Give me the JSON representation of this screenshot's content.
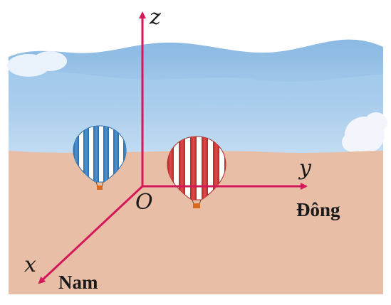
{
  "axes": {
    "z_label": "z",
    "y_label": "y",
    "x_label": "x",
    "origin_label": "O",
    "east_label": "Đông",
    "south_label": "Nam"
  },
  "colors": {
    "axis": "#d4185a",
    "ground": "#e8bea7",
    "sky_top": "#8ab9e3",
    "sky_bottom": "#c3ddf3",
    "cloud": "#f2f6fc",
    "balloon_blue": "#3d7fbf",
    "balloon_red": "#d13838",
    "text": "#1a1a1a"
  },
  "objects": {
    "balloons": [
      {
        "name": "blue-balloon",
        "color": "blue"
      },
      {
        "name": "red-balloon",
        "color": "red"
      }
    ]
  }
}
